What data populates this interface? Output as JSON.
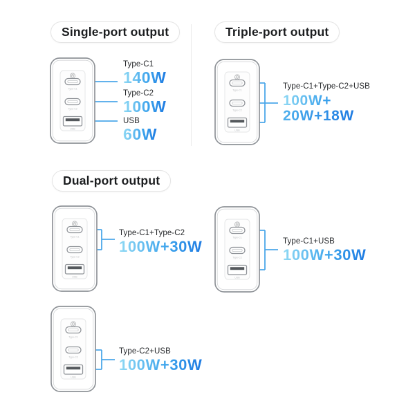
{
  "sections": {
    "single": {
      "title": "Single-port output"
    },
    "triple": {
      "title": "Triple-port output"
    },
    "dual": {
      "title": "Dual-port output"
    }
  },
  "charger_ports": {
    "c1": "Type-C1",
    "c2": "Type-C2",
    "usb": "USB"
  },
  "single": {
    "entries": [
      {
        "port": "Type-C1",
        "watt": "140W"
      },
      {
        "port": "Type-C2",
        "watt": "100W"
      },
      {
        "port": "USB",
        "watt": "60W"
      }
    ]
  },
  "triple": {
    "combo": "Type-C1+Type-C2+USB",
    "watt_line1": "100W+",
    "watt_line2": "20W+18W"
  },
  "dual": {
    "combos": [
      {
        "combo": "Type-C1+Type-C2",
        "watt": "100W+30W"
      },
      {
        "combo": "Type-C1+USB",
        "watt": "100W+30W"
      },
      {
        "combo": "Type-C2+USB",
        "watt": "100W+30W"
      }
    ]
  },
  "colors": {
    "background": "#FFFFFF",
    "watt_gradient_start": "#8FD9F4",
    "watt_gradient_end": "#1E7BE2",
    "connector_blue": "#4BA7E9",
    "label_dark": "#26282B",
    "pill_border": "#E4E4E4",
    "charger_outline": "#8F9398",
    "divider": "#EAEAEA"
  }
}
